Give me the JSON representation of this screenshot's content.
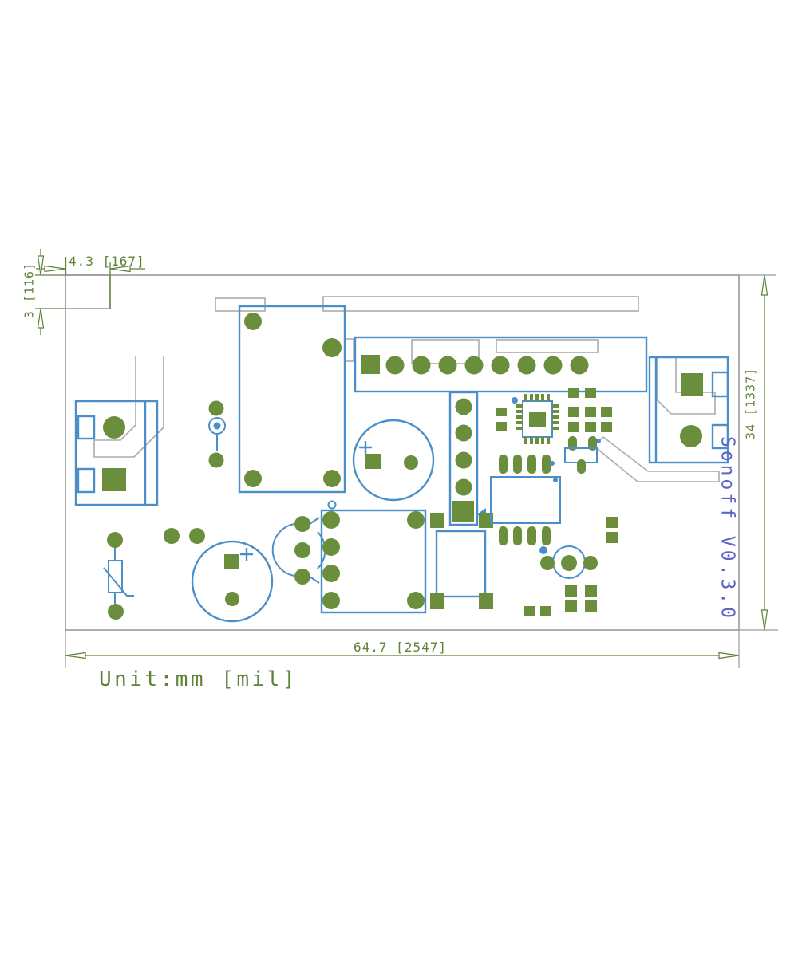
{
  "dimensions": {
    "notch_width": "4.3 [167]",
    "notch_height": "3 [116]",
    "board_height": "34 [1337]",
    "board_width": "64.7 [2547]",
    "units_label": "Unit:mm [mil]"
  },
  "board": {
    "version_label": "Sonoff V0.3.0"
  },
  "colors": {
    "pad_green": "#6b8e3c",
    "component_blue": "#4a8fc9",
    "silkscreen_gray": "#ababab",
    "outline_gray": "#9a9a9a",
    "label_purple": "#5c63c4",
    "dimension_green": "#5f8237",
    "bg": "#ffffff"
  }
}
